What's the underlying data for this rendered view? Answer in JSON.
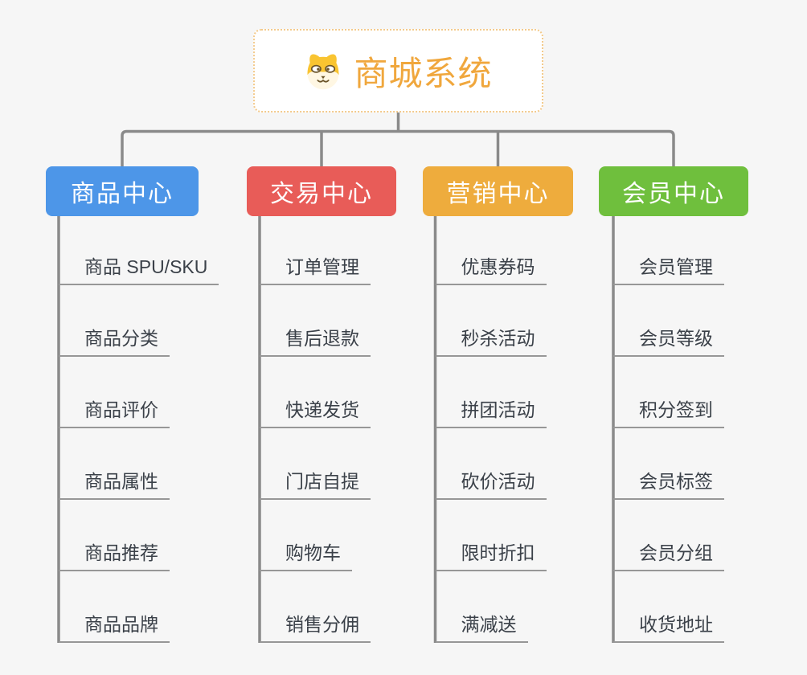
{
  "root": {
    "title": "商城系统",
    "icon": "dog-face-icon",
    "title_color": "#F0A73D",
    "border_color": "#F3CA8C"
  },
  "branches": [
    {
      "label": "商品中心",
      "color": "#4D96E8",
      "items": [
        "商品 SPU/SKU",
        "商品分类",
        "商品评价",
        "商品属性",
        "商品推荐",
        "商品品牌"
      ]
    },
    {
      "label": "交易中心",
      "color": "#E85C58",
      "items": [
        "订单管理",
        "售后退款",
        "快递发货",
        "门店自提",
        "购物车",
        "销售分佣"
      ]
    },
    {
      "label": "营销中心",
      "color": "#EEAC3D",
      "items": [
        "优惠券码",
        "秒杀活动",
        "拼团活动",
        "砍价活动",
        "限时折扣",
        "满减送"
      ]
    },
    {
      "label": "会员中心",
      "color": "#6FBF3D",
      "items": [
        "会员管理",
        "会员等级",
        "积分签到",
        "会员标签",
        "会员分组",
        "收货地址"
      ]
    }
  ],
  "colors": {
    "background": "#F6F6F6",
    "connector": "#8A8A8A",
    "underline": "#979797",
    "item_text": "#3B4149"
  }
}
